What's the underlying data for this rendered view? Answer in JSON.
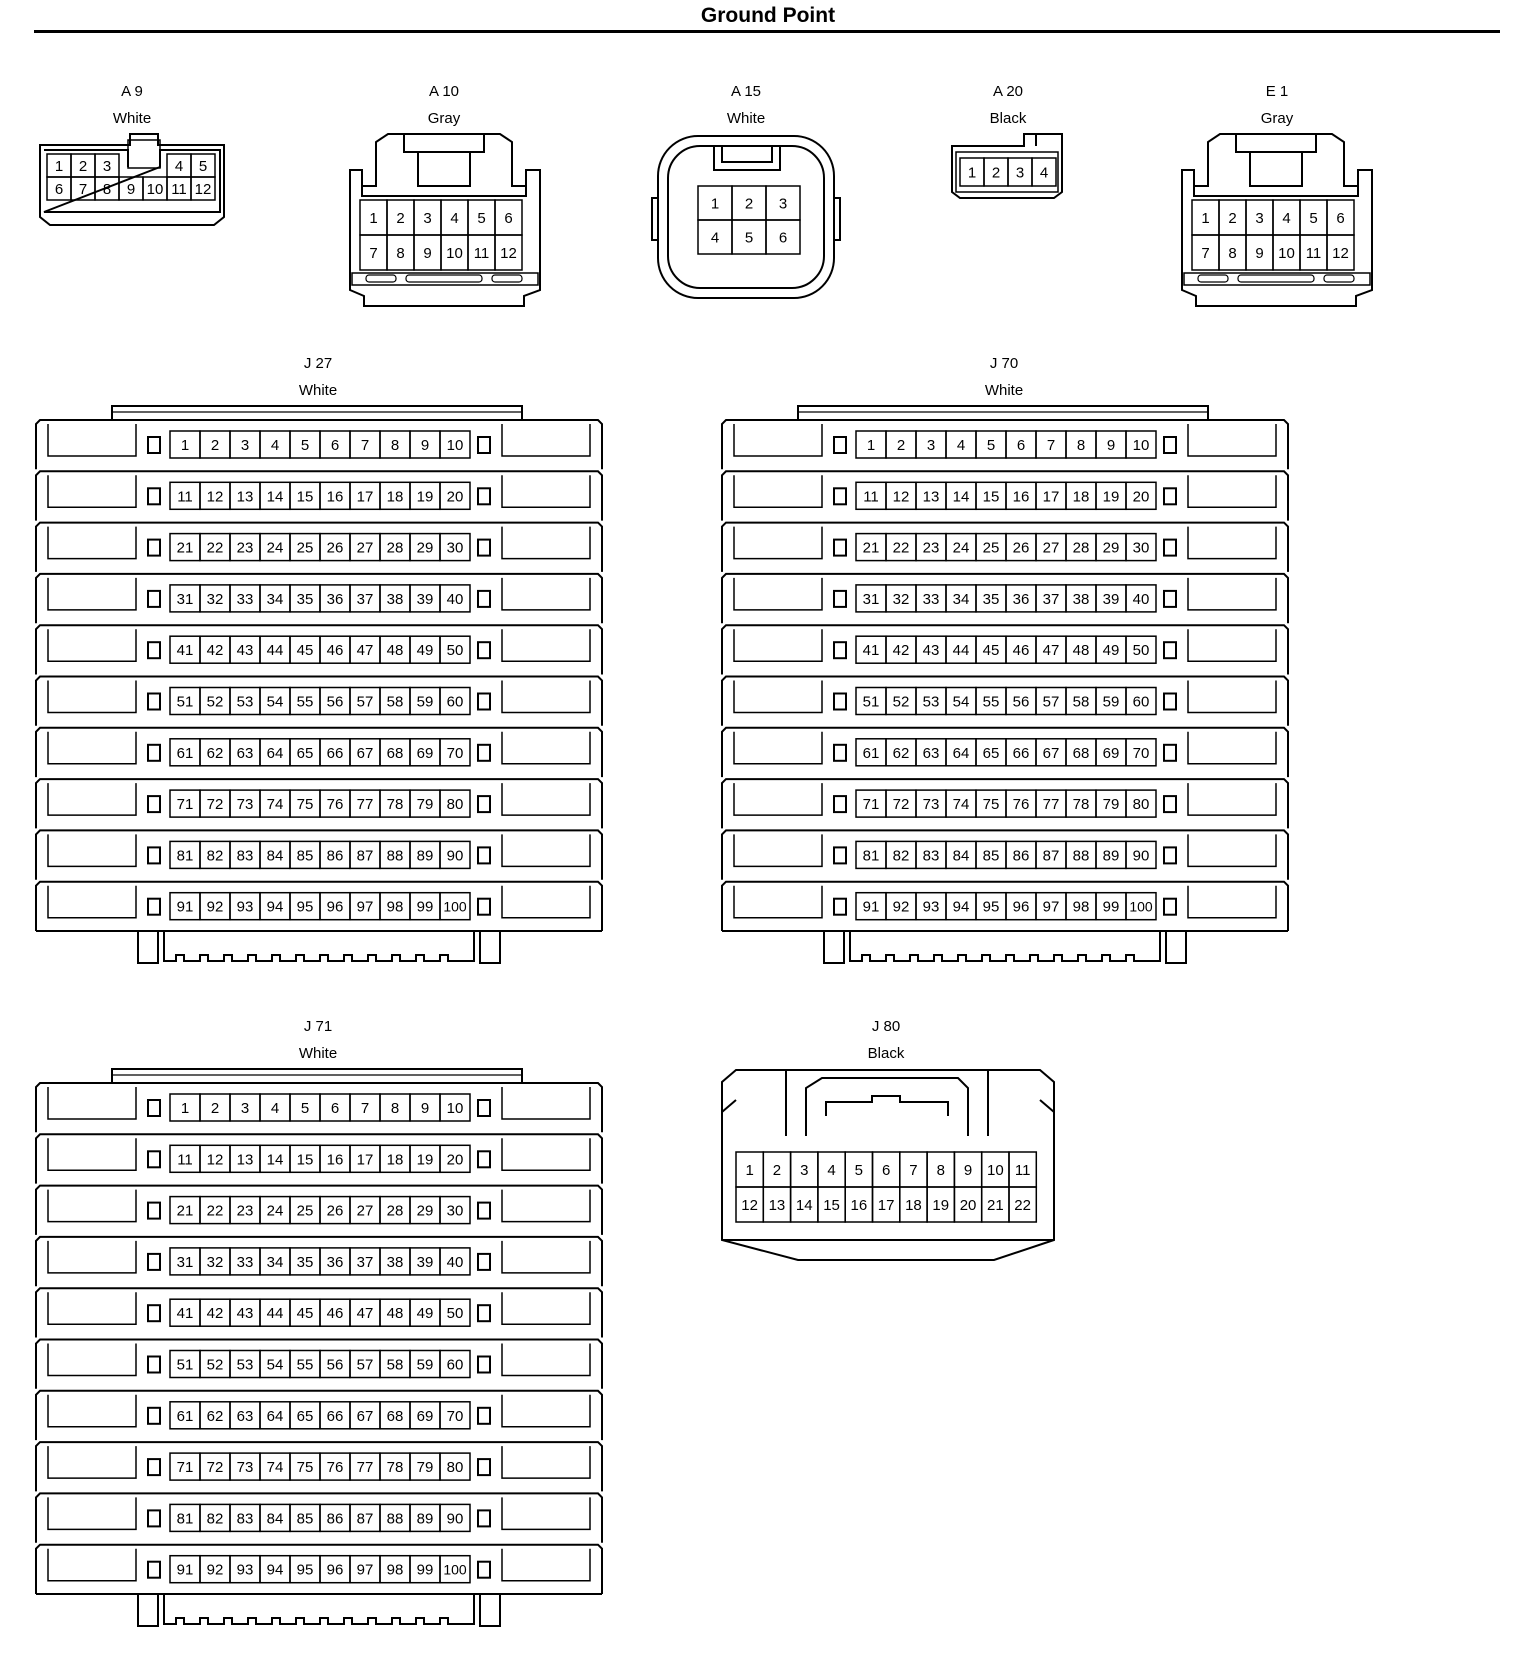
{
  "title": "Ground Point",
  "line_color": "#000000",
  "background": "#ffffff",
  "connectors": {
    "a9": {
      "id": "A 9",
      "color": "White",
      "rows": [
        [
          "1",
          "2",
          "3",
          "",
          "",
          "4",
          "5"
        ],
        [
          "6",
          "7",
          "8",
          "9",
          "10",
          "11",
          "12"
        ]
      ]
    },
    "a10": {
      "id": "A 10",
      "color": "Gray",
      "rows": [
        [
          "1",
          "2",
          "3",
          "4",
          "5",
          "6"
        ],
        [
          "7",
          "8",
          "9",
          "10",
          "11",
          "12"
        ]
      ]
    },
    "a15": {
      "id": "A 15",
      "color": "White",
      "rows": [
        [
          "1",
          "2",
          "3"
        ],
        [
          "4",
          "5",
          "6"
        ]
      ]
    },
    "a20": {
      "id": "A 20",
      "color": "Black",
      "rows": [
        [
          "1",
          "2",
          "3",
          "4"
        ]
      ]
    },
    "e1": {
      "id": "E 1",
      "color": "Gray",
      "rows": [
        [
          "1",
          "2",
          "3",
          "4",
          "5",
          "6"
        ],
        [
          "7",
          "8",
          "9",
          "10",
          "11",
          "12"
        ]
      ]
    },
    "j27": {
      "id": "J 27",
      "color": "White",
      "pin_start": 1,
      "pin_end": 100,
      "pins_per_row": 10
    },
    "j70": {
      "id": "J 70",
      "color": "White",
      "pin_start": 1,
      "pin_end": 100,
      "pins_per_row": 10
    },
    "j71": {
      "id": "J 71",
      "color": "White",
      "pin_start": 1,
      "pin_end": 100,
      "pins_per_row": 10
    },
    "j80": {
      "id": "J 80",
      "color": "Black",
      "rows": [
        [
          "1",
          "2",
          "3",
          "4",
          "5",
          "6",
          "7",
          "8",
          "9",
          "10",
          "11"
        ],
        [
          "12",
          "13",
          "14",
          "15",
          "16",
          "17",
          "18",
          "19",
          "20",
          "21",
          "22"
        ]
      ]
    }
  }
}
